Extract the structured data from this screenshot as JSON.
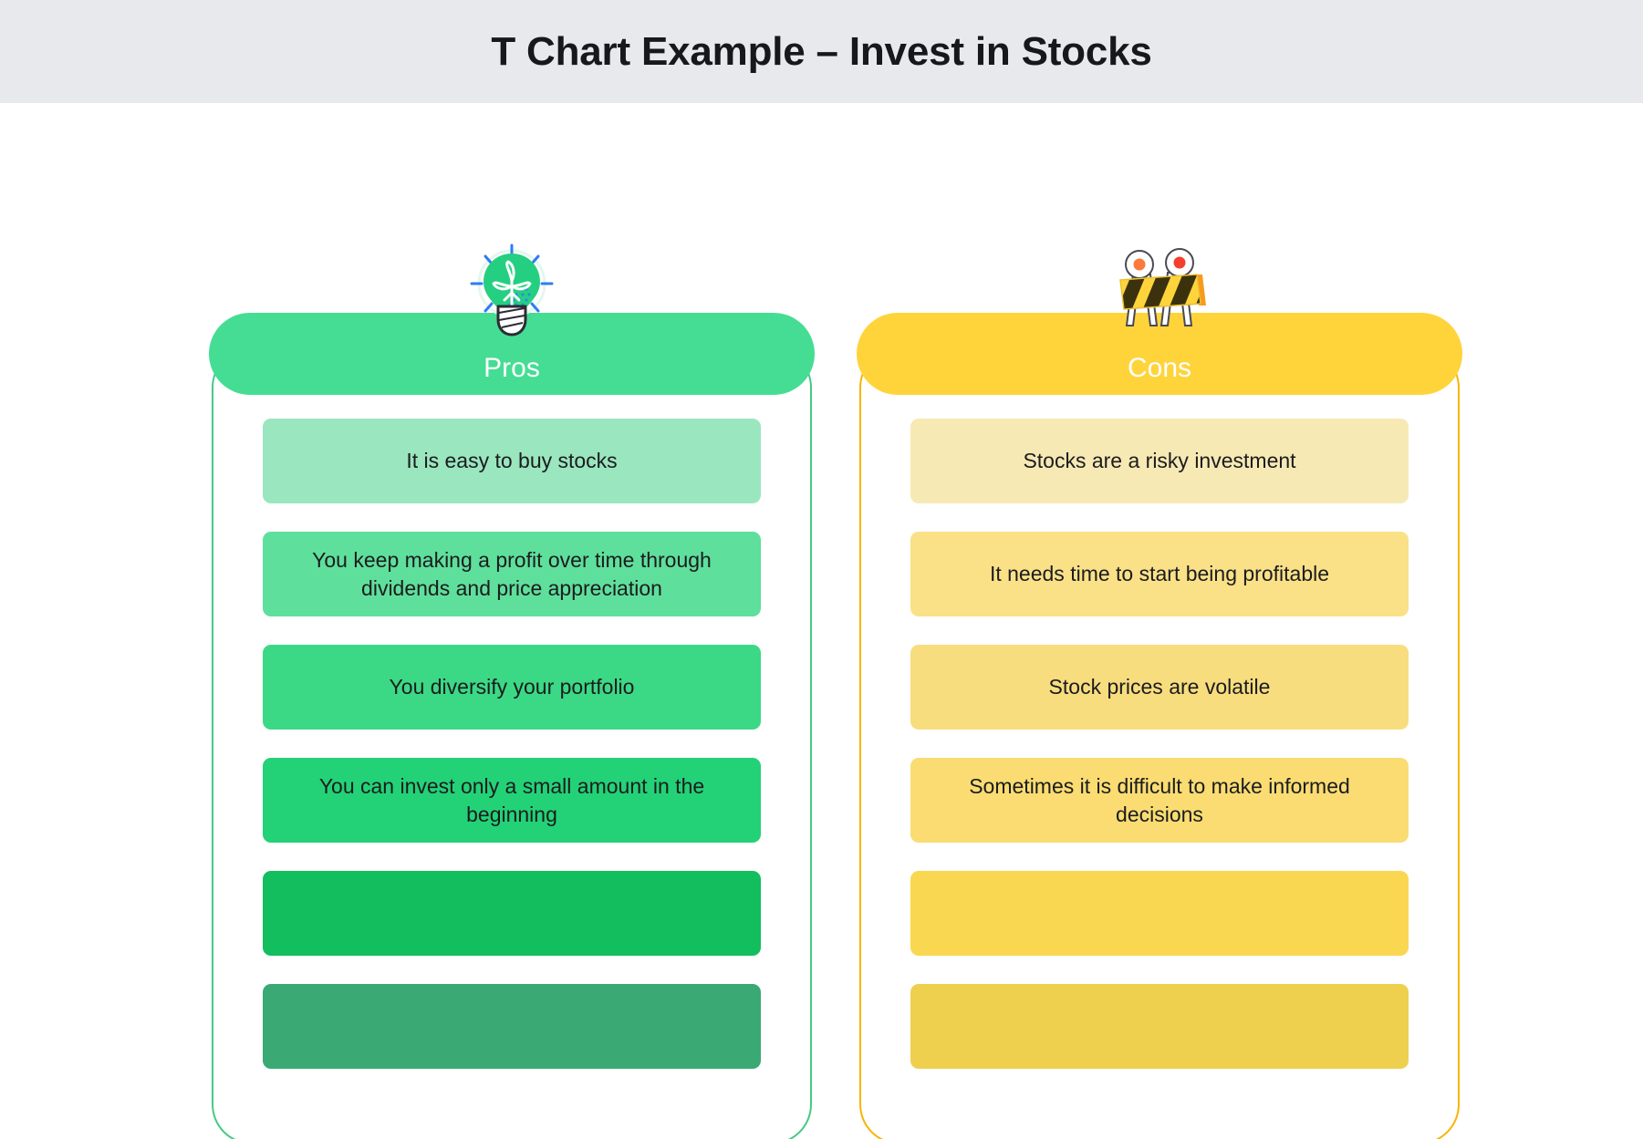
{
  "page": {
    "title": "T Chart Example – Invest in Stocks",
    "background_color": "#ffffff",
    "title_band_color": "#e8e9ed",
    "title_text_color": "#17181b"
  },
  "columns": [
    {
      "key": "pros",
      "header_label": "Pros",
      "header_color": "#45dd94",
      "border_color": "#45c987",
      "icon_name": "lightbulb-sprout-icon",
      "cards": [
        {
          "text": "It is easy to buy stocks",
          "color": "#9ae6bf"
        },
        {
          "text": "You keep making a profit over time through dividends and price appreciation",
          "color": "#5fdf9c"
        },
        {
          "text": "You diversify your portfolio",
          "color": "#3bd985"
        },
        {
          "text": "You can invest only a small amount in the beginning",
          "color": "#23d277"
        },
        {
          "text": "",
          "color": "#12be5d"
        },
        {
          "text": "",
          "color": "#3aa973"
        }
      ]
    },
    {
      "key": "cons",
      "header_label": "Cons",
      "header_color": "#ffd43b",
      "border_color": "#f7b500",
      "icon_name": "road-barrier-icon",
      "cards": [
        {
          "text": "Stocks are a risky investment",
          "color": "#f7e9b4"
        },
        {
          "text": "It needs time to start being profitable",
          "color": "#fae188"
        },
        {
          "text": "Stock prices are volatile",
          "color": "#f8dd7e"
        },
        {
          "text": "Sometimes it is difficult to make informed decisions",
          "color": "#fadc72"
        },
        {
          "text": "",
          "color": "#f9d751"
        },
        {
          "text": "",
          "color": "#eed04e"
        }
      ]
    }
  ]
}
